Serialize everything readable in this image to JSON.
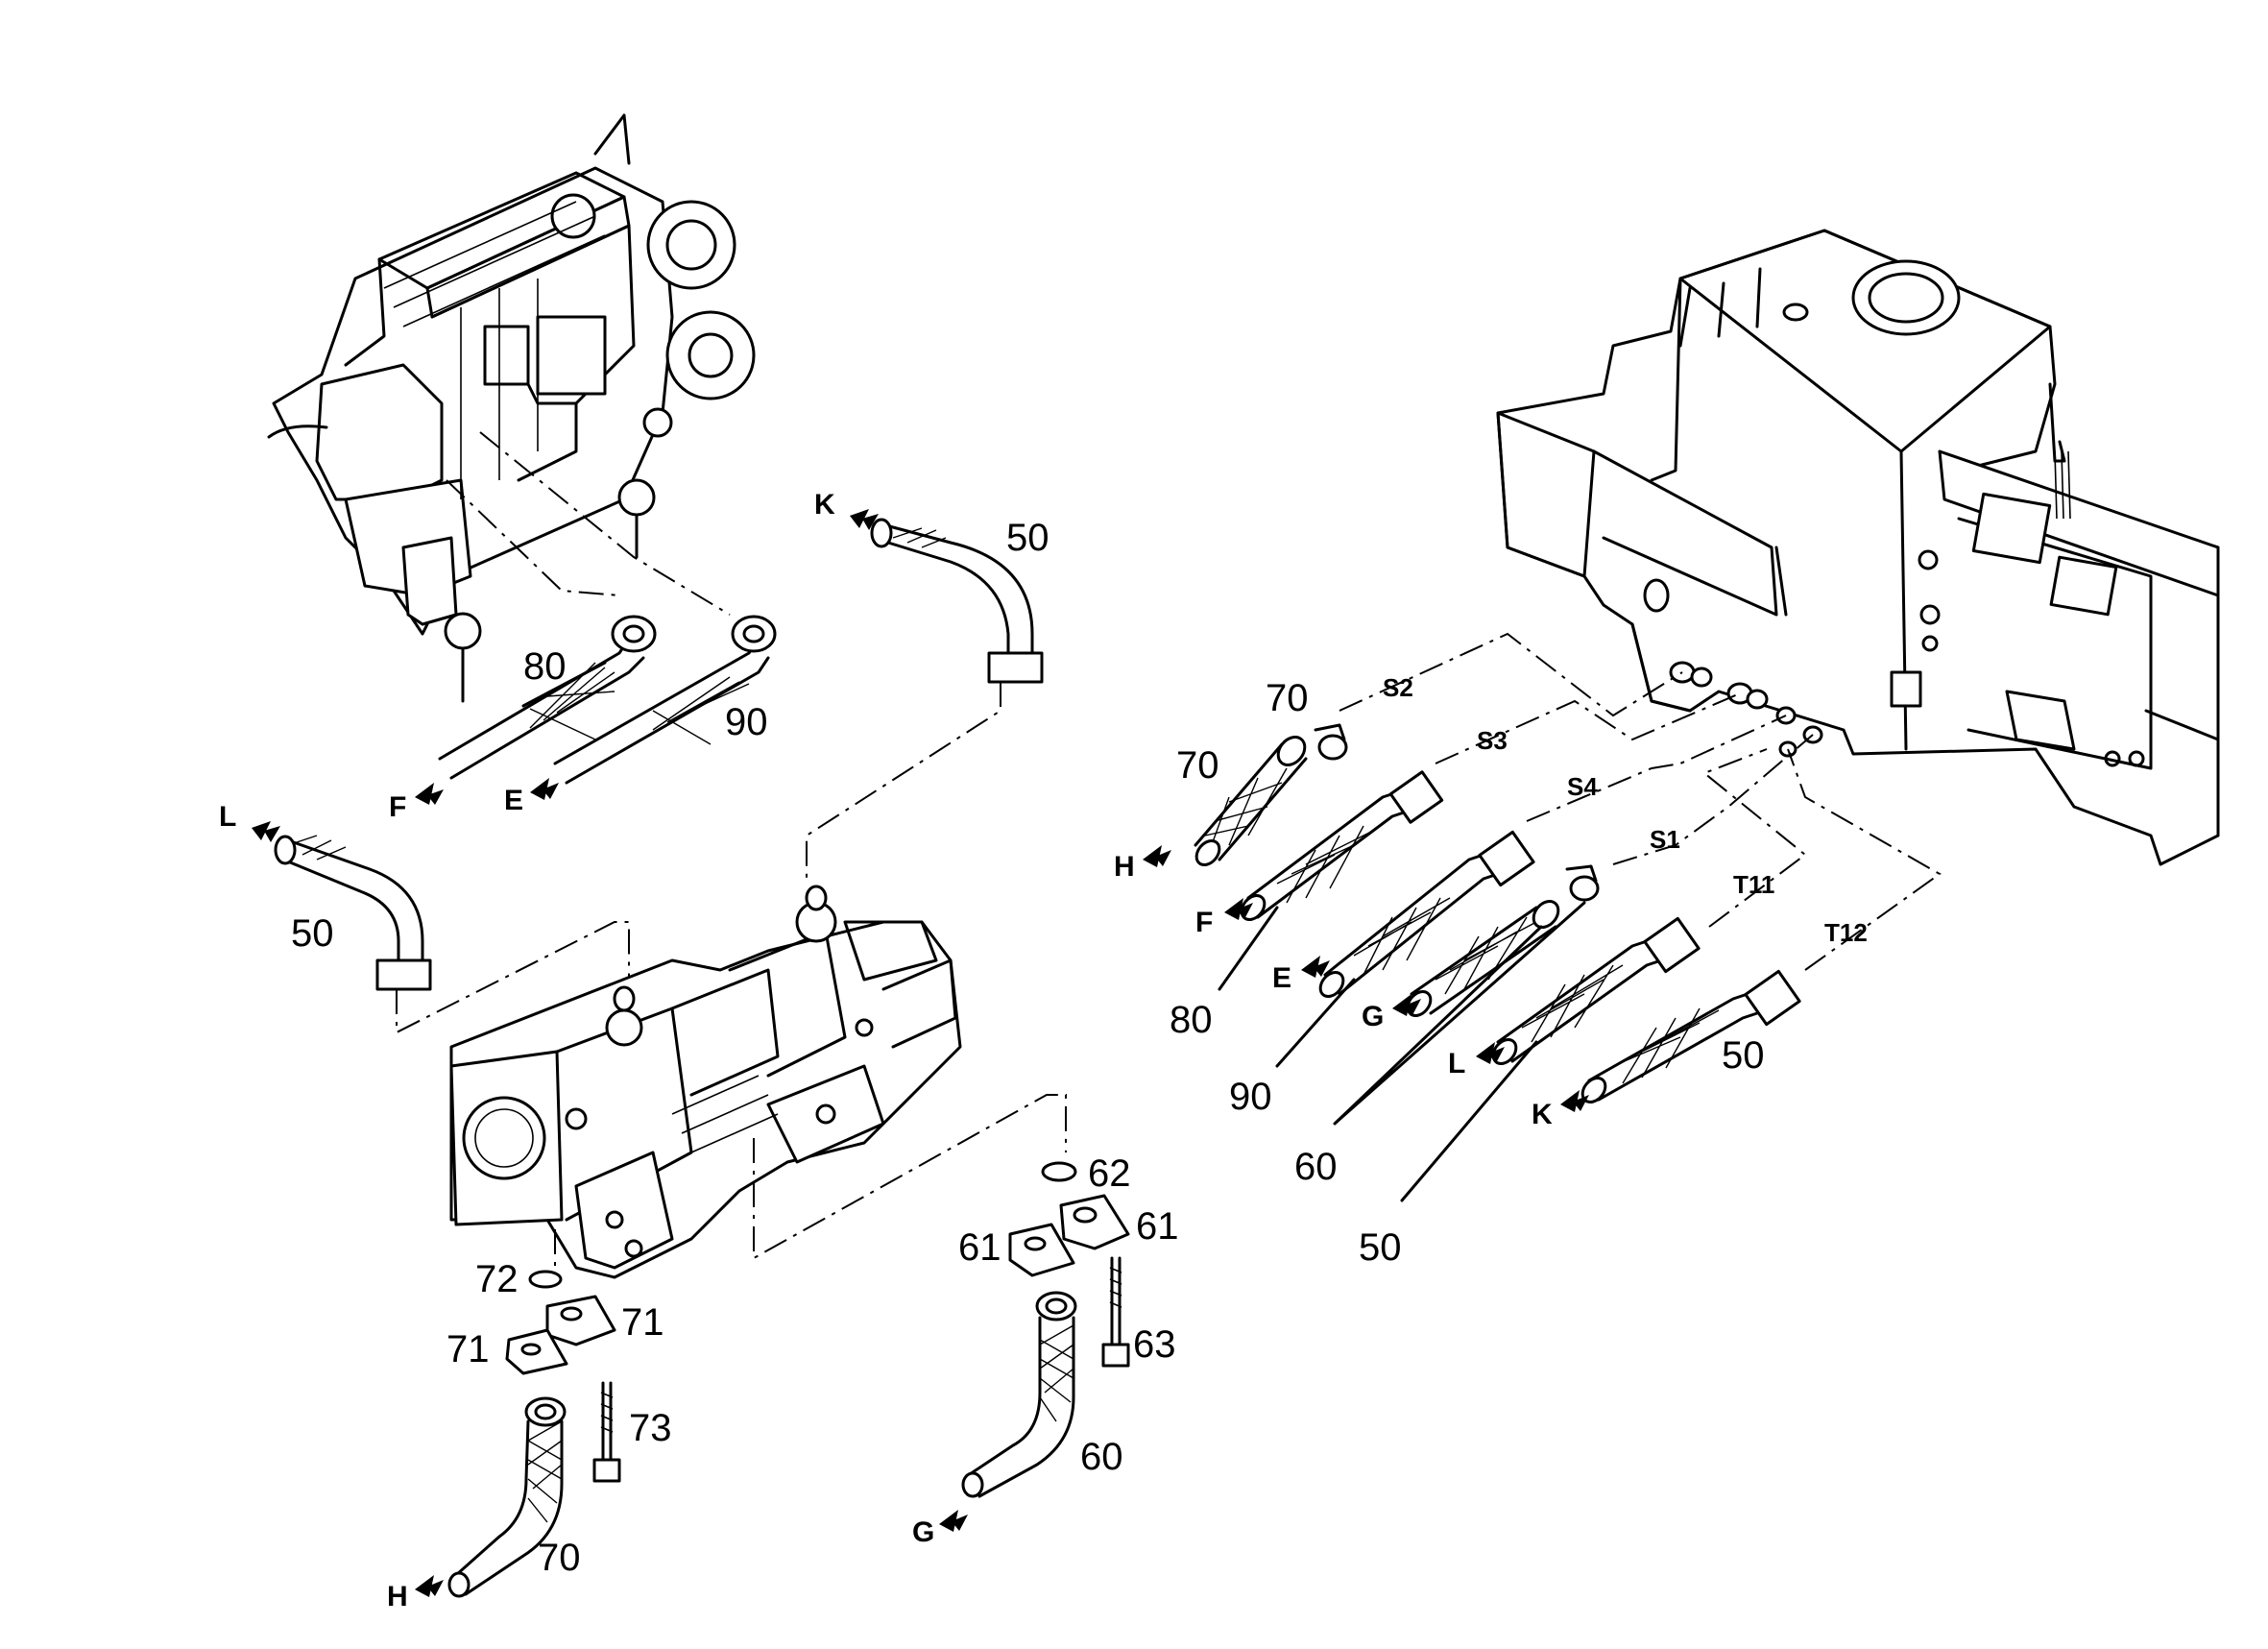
{
  "labels": {
    "engine_80": "80",
    "engine_90": "90",
    "engine_F": "F",
    "engine_E": "E",
    "k_top": "K",
    "n50_top": "50",
    "l_left": "L",
    "n50_left": "50",
    "n72": "72",
    "n71_a": "71",
    "n71_b": "71",
    "n73": "73",
    "n70_bottom": "70",
    "h_bottom": "H",
    "n62": "62",
    "n61_a": "61",
    "n61_b": "61",
    "n63": "63",
    "n60_bottom": "60",
    "g_bottom": "G",
    "r_70a": "70",
    "r_70b": "70",
    "r_H": "H",
    "r_F": "F",
    "r_E": "E",
    "r_G": "G",
    "r_L": "L",
    "r_K": "K",
    "r_80": "80",
    "r_90": "90",
    "r_60": "60",
    "r_50a": "50",
    "r_50b": "50",
    "r_S2": "S2",
    "r_S3": "S3",
    "r_S4": "S4",
    "r_S1": "S1",
    "r_T11": "T11",
    "r_T12": "T12"
  }
}
